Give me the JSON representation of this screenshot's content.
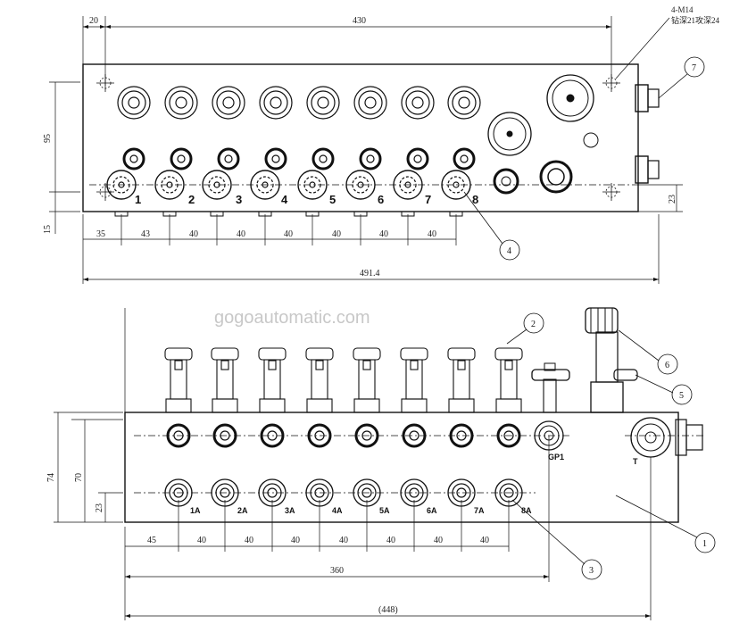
{
  "watermark": "gogoautomatic.com",
  "top_view": {
    "dims": {
      "d20": "20",
      "d430": "430",
      "d95": "95",
      "d15": "15",
      "d23": "23",
      "d35": "35",
      "d43": "43",
      "d40": "40",
      "d491": "491.4"
    },
    "port_labels": [
      "1",
      "2",
      "3",
      "4",
      "5",
      "6",
      "7",
      "8"
    ],
    "hole_note_line1": "4-M14",
    "hole_note_line2": "钻深21攻深24"
  },
  "front_view": {
    "dims": {
      "d74": "74",
      "d70": "70",
      "d23": "23",
      "d45": "45",
      "d40": "40",
      "d360": "360",
      "d448": "(448)"
    },
    "a_port_labels": [
      "1A",
      "2A",
      "3A",
      "4A",
      "5A",
      "6A",
      "7A",
      "8A"
    ],
    "gp_label": "GP1",
    "t_label": "T"
  },
  "balloons": [
    "1",
    "2",
    "3",
    "4",
    "5",
    "6",
    "7"
  ]
}
